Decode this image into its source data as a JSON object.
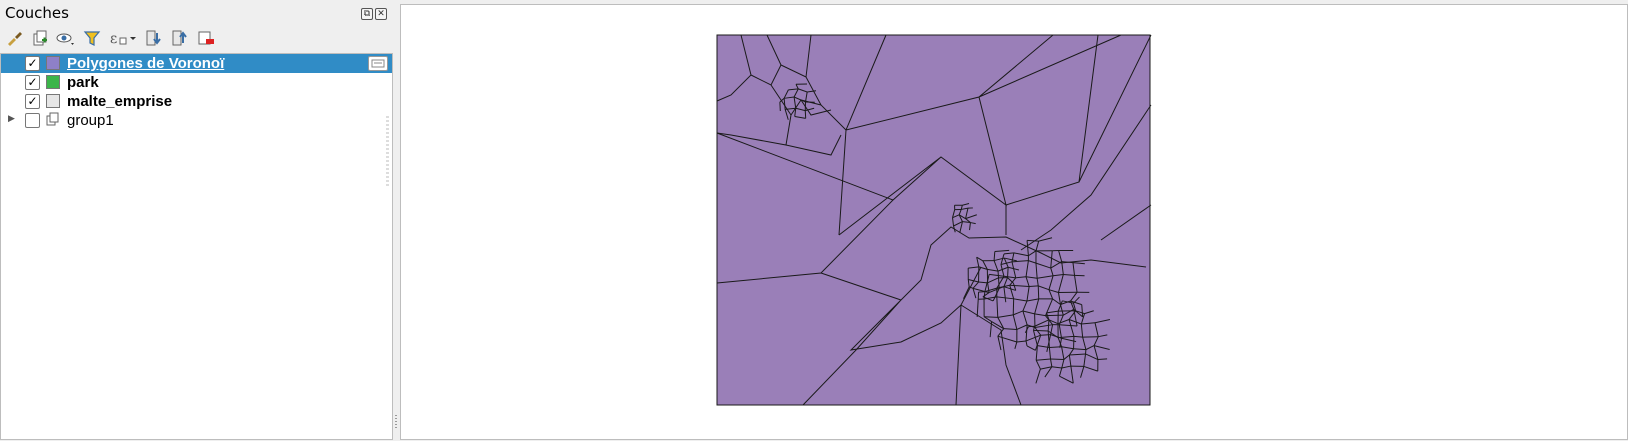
{
  "panel": {
    "title": "Couches",
    "toolbar": [
      {
        "icon": "style-brush-icon"
      },
      {
        "icon": "add-group-icon"
      },
      {
        "icon": "eye-visibility-icon"
      },
      {
        "icon": "filter-funnel-icon"
      },
      {
        "icon": "expression-filter-icon"
      },
      {
        "icon": "expand-all-icon"
      },
      {
        "icon": "collapse-all-icon"
      },
      {
        "icon": "remove-layer-icon"
      }
    ],
    "layers": [
      {
        "name": "Polygones de Voronoï",
        "checked": true,
        "swatch": "#8e80c8",
        "selected": true,
        "bold": true
      },
      {
        "name": "park",
        "checked": true,
        "swatch": "#3cb54a",
        "selected": false,
        "bold": true
      },
      {
        "name": "malte_emprise",
        "checked": true,
        "swatch": "#e6e6e6",
        "selected": false,
        "bold": true
      },
      {
        "name": "group1",
        "checked": false,
        "swatch": null,
        "selected": false,
        "bold": false,
        "is_group": true
      }
    ]
  },
  "map": {
    "fill_color": "#9a7fb8",
    "stroke_color": "#1a1a1a"
  }
}
